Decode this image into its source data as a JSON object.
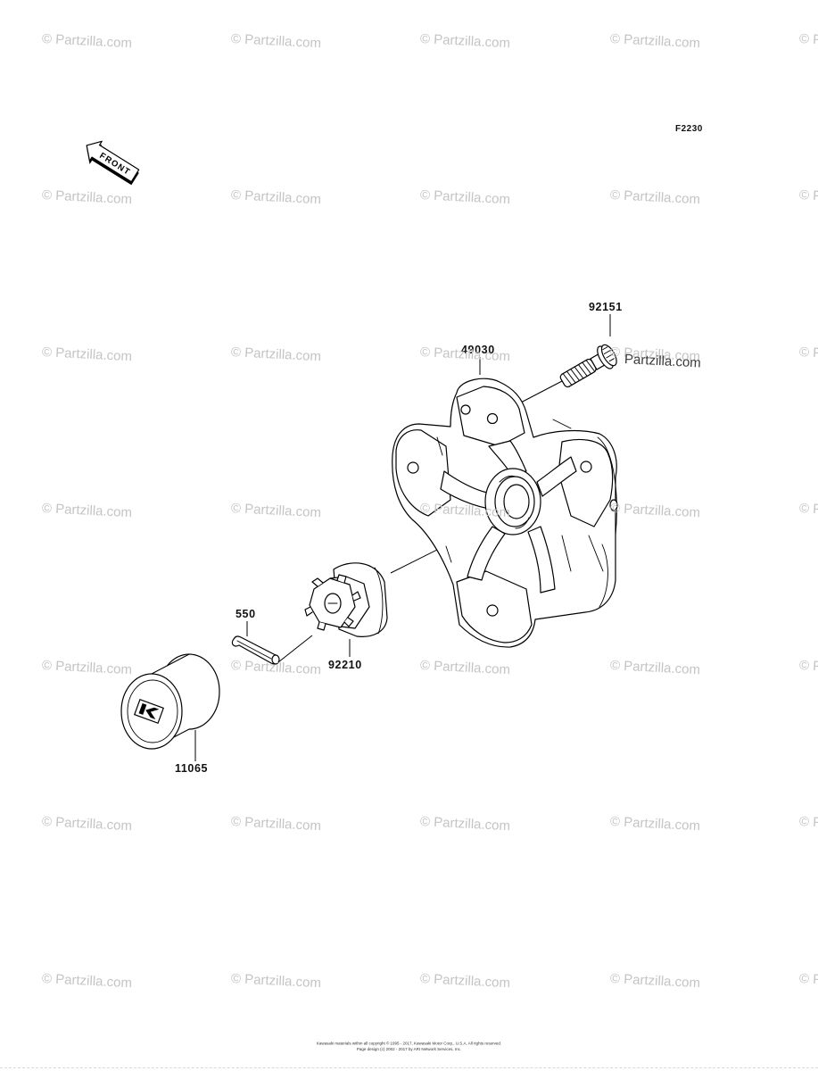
{
  "diagram": {
    "code": "F2230",
    "front_label": "FRONT"
  },
  "parts": {
    "stud": "92151",
    "hub": "49030",
    "cotter_pin": "550",
    "castle_nut": "92210",
    "cap": "11065"
  },
  "watermark": {
    "text": "© Partzilla.com",
    "overlay": "Partzilla.com"
  },
  "footer": {
    "line1": "Kawasaki materials within all copyright © 1995 - 2017, Kawasaki Motor Corp., U.S.A. All rights reserved.",
    "line2": "Page design (c) 2002 - 2017 by ARI Network Services, Inc."
  },
  "colors": {
    "line": "#000000",
    "watermark": "#c4c4c4",
    "background": "#ffffff"
  }
}
